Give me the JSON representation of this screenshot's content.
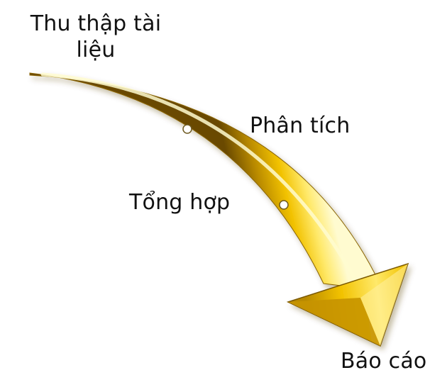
{
  "diagram": {
    "arrow": {
      "colors": {
        "highlight": "#fffbd0",
        "light": "#ffe96a",
        "main": "#f2c200",
        "dark": "#b98a00",
        "shadow": "#6a4a00"
      }
    },
    "steps": [
      {
        "label": "Thu thập tài\nliệu"
      },
      {
        "label": "Phân tích"
      },
      {
        "label": "Tổng hợp"
      },
      {
        "label": "Báo cáo"
      }
    ]
  }
}
